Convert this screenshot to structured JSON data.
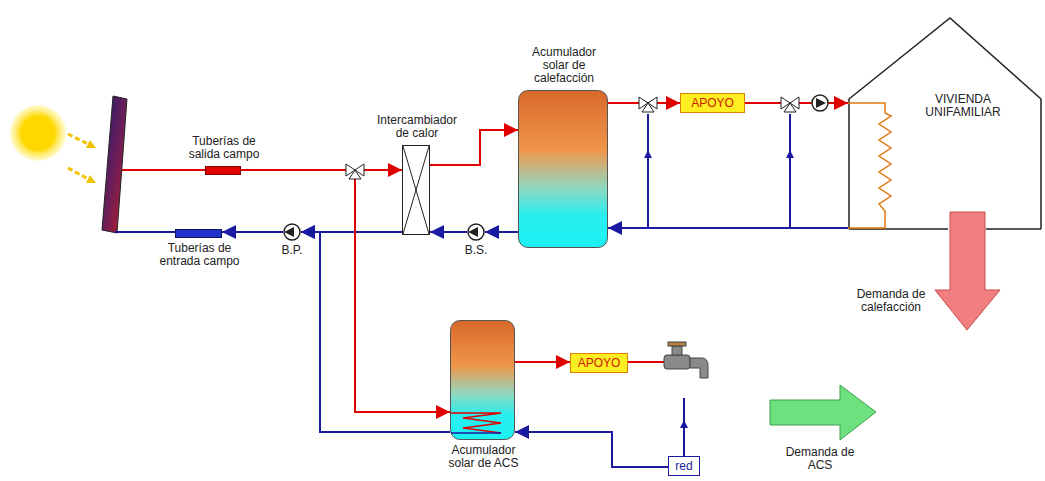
{
  "diagram": {
    "nodes": [
      {
        "text": [
          "Tuberías de salida campo"
        ]
      },
      {
        "text": [
          "Intercambiador de calor"
        ]
      },
      {
        "text": [
          "Acumulador solar de calefacción"
        ]
      },
      {
        "text": [
          "APOYO"
        ]
      },
      {
        "text": [
          "VIVIENDA UNIFAMILIAR"
        ]
      },
      {
        "text": [
          "Tuberías de entrada campo"
        ]
      },
      {
        "text": [
          "B.P."
        ]
      },
      {
        "text": [
          "B.S."
        ]
      },
      {
        "text": [
          "APOYO"
        ]
      },
      {
        "text": [
          "Acumulador solar de ACS"
        ]
      },
      {
        "text": [
          "red"
        ]
      }
    ],
    "edges": [
      {
        "from": 0,
        "to": 1,
        "arrow": "to"
      },
      {
        "from": 1,
        "to": 2,
        "arrow": "to"
      },
      {
        "from": 2,
        "to": 7,
        "arrow": "to"
      },
      {
        "from": 7,
        "to": 1,
        "arrow": "to"
      },
      {
        "from": 1,
        "to": 6,
        "arrow": "to"
      },
      {
        "from": 6,
        "to": 5,
        "arrow": "to"
      },
      {
        "from": 0,
        "to": 9,
        "arrow": "to"
      },
      {
        "from": 9,
        "to": 6,
        "arrow": "to"
      },
      {
        "from": 2,
        "to": 3,
        "arrow": "to"
      },
      {
        "from": 3,
        "to": 4,
        "arrow": "to"
      },
      {
        "from": 4,
        "to": 2,
        "arrow": "to"
      },
      {
        "from": 10,
        "to": 9,
        "arrow": "to"
      },
      {
        "from": 9,
        "to": 8,
        "arrow": "to"
      }
    ],
    "labels": [
      "Demanda de calefacción",
      "Demanda de ACS"
    ]
  }
}
